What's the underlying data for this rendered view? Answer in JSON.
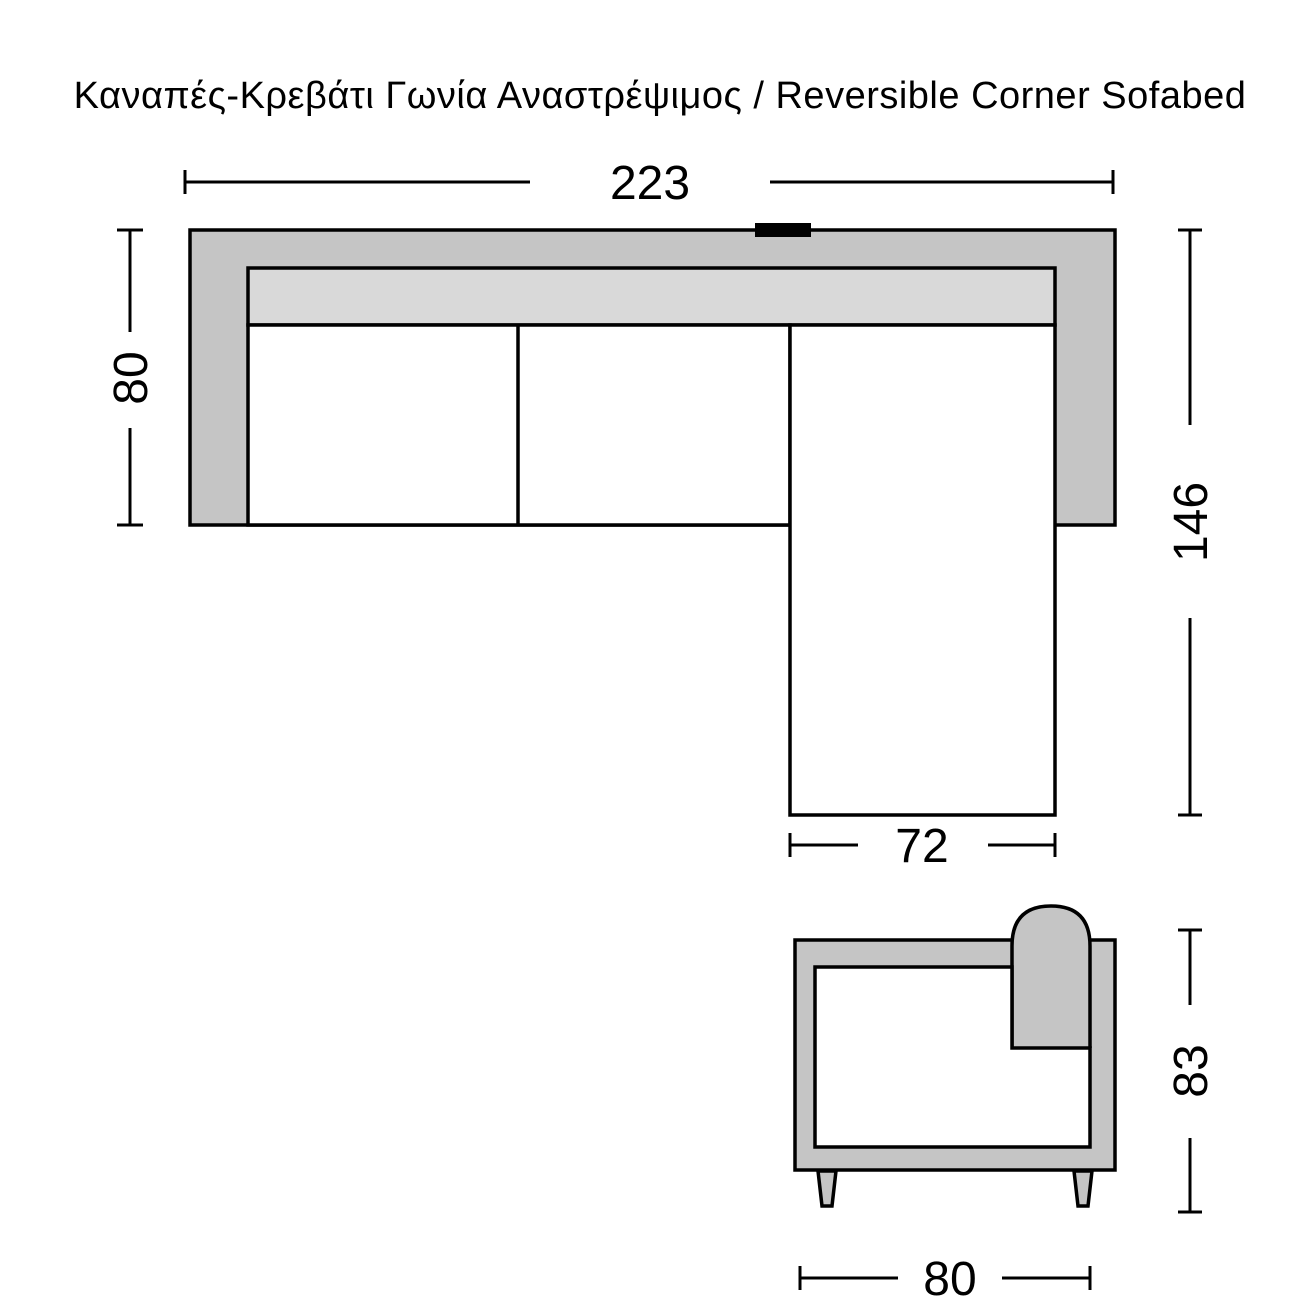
{
  "title": "Καναπές-Κρεβάτι Γωνία Αναστρέψιμος / Reversible Corner Sofabed",
  "colors": {
    "frame_gray": "#c5c5c5",
    "backrest_gray": "#d9d9d9",
    "seat_white": "#ffffff",
    "outline_black": "#000000"
  },
  "top_view": {
    "dim_width": "223",
    "dim_depth": "80",
    "dim_chaise_length": "146",
    "dim_chaise_width": "72"
  },
  "side_view": {
    "dim_height": "83",
    "dim_depth": "80"
  }
}
